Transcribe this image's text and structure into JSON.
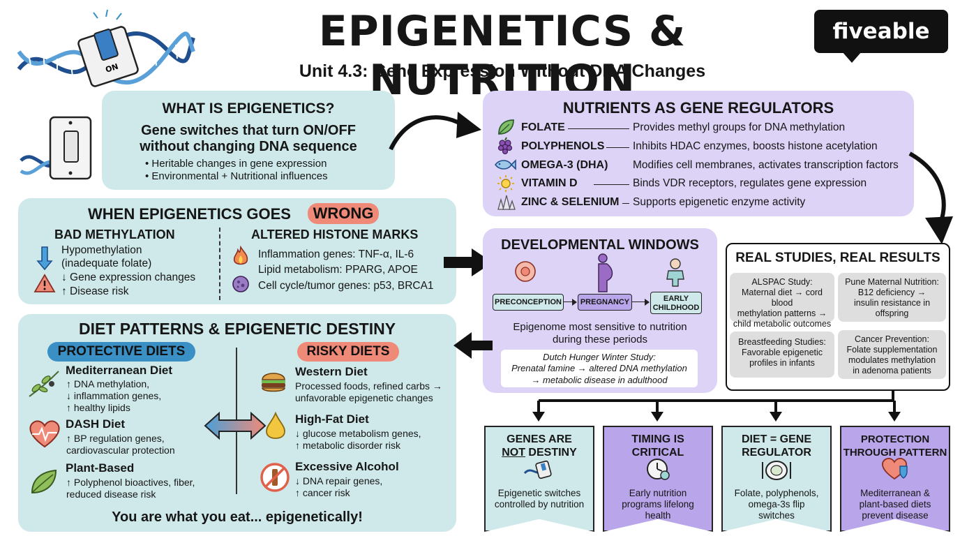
{
  "title": "EPIGENETICS & NUTRITION",
  "subtitle": "Unit 4.3: Gene Expression Without DNA Changes",
  "logo": "fiveable",
  "switch_label": "ON",
  "what": {
    "heading": "WHAT IS EPIGENETICS?",
    "line1": "Gene switches that turn ON/OFF",
    "line2": "without changing DNA sequence",
    "bullet1": "• Heritable changes in gene expression",
    "bullet2": "• Environmental + Nutritional influences"
  },
  "nutrients": {
    "heading": "NUTRIENTS AS GENE REGULATORS",
    "items": [
      {
        "name": "FOLATE",
        "desc": "Provides methyl groups for DNA methylation",
        "icon": "leaf-icon"
      },
      {
        "name": "POLYPHENOLS",
        "desc": "Inhibits HDAC enzymes, boosts histone acetylation",
        "icon": "grapes-icon"
      },
      {
        "name": "OMEGA-3 (DHA)",
        "desc": "Modifies cell membranes, activates transcription factors",
        "icon": "fish-icon"
      },
      {
        "name": "VITAMIN D",
        "desc": "Binds VDR receptors, regulates gene expression",
        "icon": "sun-icon"
      },
      {
        "name": "ZINC & SELENIUM",
        "desc": "Supports epigenetic enzyme activity",
        "icon": "crystal-icon"
      }
    ]
  },
  "wrong": {
    "heading_a": "WHEN EPIGENETICS GOES",
    "heading_b": "WRONG",
    "bad_heading": "BAD METHYLATION",
    "bad_1": "Hypomethylation",
    "bad_2": "(inadequate folate)",
    "bad_3": "↓ Gene expression changes",
    "bad_4": "↑ Disease risk",
    "histone_heading": "ALTERED HISTONE MARKS",
    "histone_1": "Inflammation genes: TNF-α, IL-6",
    "histone_2": "Lipid metabolism: PPARG, APOE",
    "histone_3": "Cell cycle/tumor genes: p53, BRCA1"
  },
  "windows": {
    "heading": "DEVELOPMENTAL WINDOWS",
    "step1": "PRECONCEPTION",
    "step2": "PREGNANCY",
    "step3a": "EARLY",
    "step3b": "CHILDHOOD",
    "line1": "Epigenome most sensitive to nutrition",
    "line2": "during these periods",
    "study_title": "Dutch Hunger Winter Study:",
    "study_1": "Prenatal famine → altered DNA methylation",
    "study_2": "→ metabolic disease in adulthood"
  },
  "studies": {
    "heading": "REAL STUDIES, REAL RESULTS",
    "cards": [
      {
        "lines": [
          "ALSPAC Study:",
          "Maternal diet → cord blood",
          "methylation patterns →",
          "child metabolic outcomes"
        ]
      },
      {
        "lines": [
          "Pune Maternal Nutrition:",
          "B12 deficiency →",
          "insulin resistance in",
          "offspring"
        ]
      },
      {
        "lines": [
          "Breastfeeding Studies:",
          "Favorable epigenetic",
          "profiles in infants"
        ]
      },
      {
        "lines": [
          "Cancer Prevention:",
          "Folate supplementation",
          "modulates methylation",
          "in adenoma patients"
        ]
      }
    ]
  },
  "diet": {
    "heading": "DIET PATTERNS & EPIGENETIC DESTINY",
    "protective_label": "PROTECTIVE DIETS",
    "risky_label": "RISKY DIETS",
    "protective": [
      {
        "name": "Mediterranean Diet",
        "lines": [
          "↑ DNA methylation,",
          "↓ inflammation genes,",
          "↑ healthy lipids"
        ]
      },
      {
        "name": "DASH Diet",
        "lines": [
          "↑ BP regulation genes,",
          "cardiovascular protection"
        ]
      },
      {
        "name": "Plant-Based",
        "lines": [
          "↑ Polyphenol bioactives, fiber,",
          "reduced disease risk"
        ]
      }
    ],
    "risky": [
      {
        "name": "Western Diet",
        "lines": [
          "Processed foods, refined carbs →",
          "unfavorable epigenetic changes"
        ]
      },
      {
        "name": "High-Fat Diet",
        "lines": [
          "↓ glucose metabolism genes,",
          "↑ metabolic disorder risk"
        ]
      },
      {
        "name": "Excessive Alcohol",
        "lines": [
          "↓ DNA repair genes,",
          "↑ cancer risk"
        ]
      }
    ],
    "footer": "You are what you eat... epigenetically!"
  },
  "takeaways": [
    {
      "h1": "GENES ARE",
      "h2": "NOT DESTINY",
      "t": [
        "Epigenetic switches",
        "controlled by nutrition"
      ]
    },
    {
      "h1": "TIMING IS",
      "h2": "CRITICAL",
      "t": [
        "Early nutrition",
        "programs lifelong",
        "health"
      ]
    },
    {
      "h1": "DIET = GENE",
      "h2": "REGULATOR",
      "t": [
        "Folate, polyphenols,",
        "omega-3s flip",
        "switches"
      ]
    },
    {
      "h1": "PROTECTION",
      "h2": "THROUGH PATTERN",
      "t": [
        "Mediterranean &",
        "plant-based diets",
        "prevent disease"
      ]
    }
  ],
  "colors": {
    "teal": "#cfe9ea",
    "purple": "#ddd3f6",
    "protective": "#3a8fc4",
    "risky": "#f08a78",
    "wrong": "#f08a78"
  }
}
